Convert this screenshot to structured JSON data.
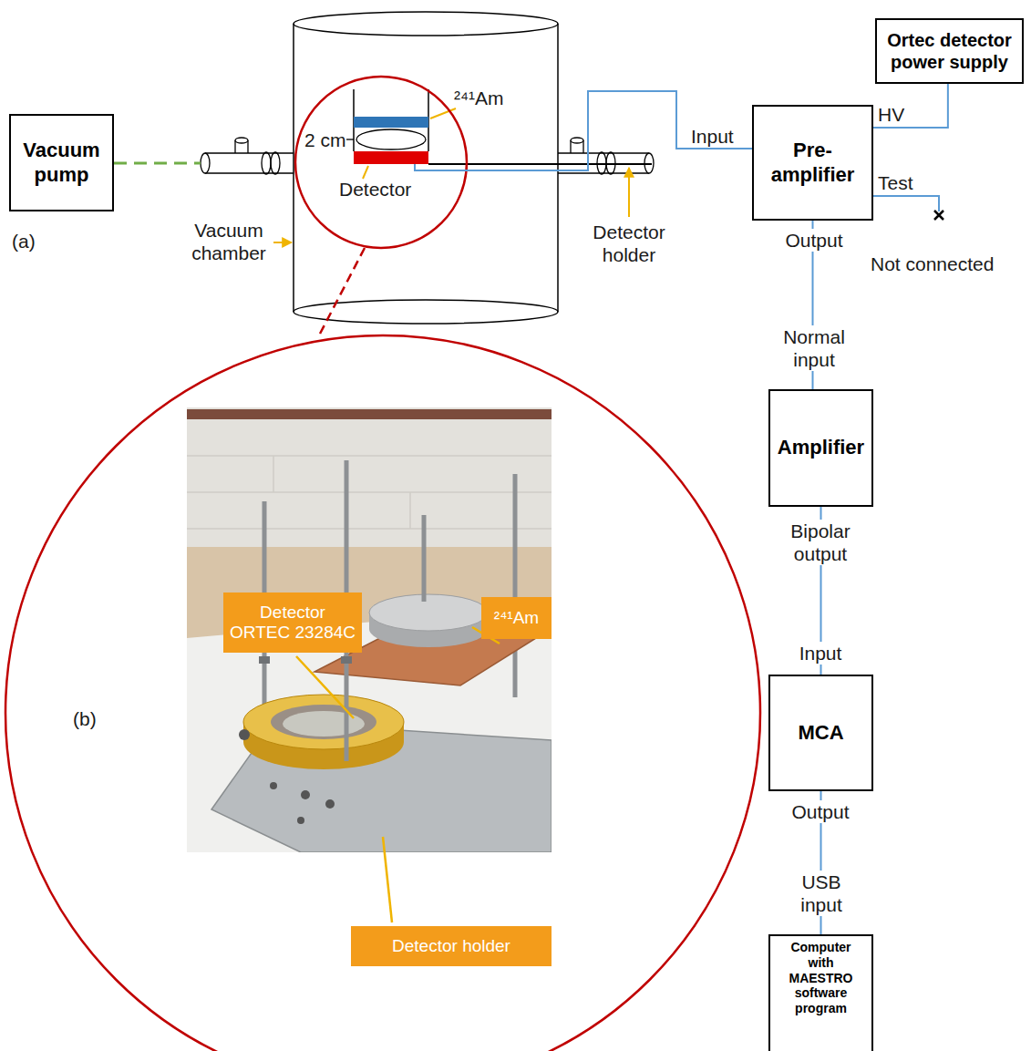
{
  "diagram": {
    "nodes": [
      {
        "text": [
          "Ortec detector power supply"
        ]
      },
      {
        "text": [
          "Vacuum pump"
        ]
      },
      {
        "text": [
          "Pre- amplifier"
        ]
      },
      {
        "text": [
          "Amplifier"
        ]
      },
      {
        "text": [
          "Detector ORTEC 23284C"
        ]
      },
      {
        "text": [
          "²⁴¹Am"
        ]
      },
      {
        "text": [
          "MCA"
        ]
      },
      {
        "text": [
          "Detector holder"
        ]
      },
      {
        "text": [
          "Computer with MAESTRO software program"
        ]
      }
    ],
    "edges": [
      {
        "from": 2,
        "to": 0,
        "arrow": "none"
      },
      {
        "from": 2,
        "to": 3,
        "arrow": "none"
      },
      {
        "from": 3,
        "to": 6,
        "arrow": "none"
      },
      {
        "from": 6,
        "to": 8,
        "arrow": "none"
      }
    ],
    "labels": [
      "²⁴¹Am",
      "(a)",
      "Vacuum chamber",
      "2 cm",
      "Detector",
      "Input",
      "HV",
      "Test",
      "Detector holder",
      "Output",
      "Not connected",
      "Normal input",
      "Bipolar output",
      "(b)",
      "Input",
      "Output",
      "USB input"
    ]
  }
}
